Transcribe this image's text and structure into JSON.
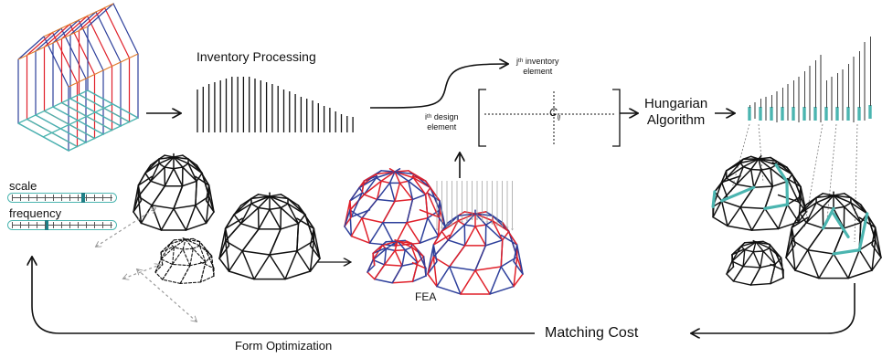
{
  "labels": {
    "inventory_processing": "Inventory Processing",
    "scale": "scale",
    "frequency": "frequency",
    "jth_inventory_element_line1": "jᵗʰ inventory",
    "jth_inventory_element_line2": "element",
    "ith_design_element_line1": "iᵗʰ design",
    "ith_design_element_line2": "element",
    "cost_symbol": "Cij",
    "hungarian_line1": "Hungarian",
    "hungarian_line2": "Algorithm",
    "fea": "FEA",
    "matching_cost": "Matching Cost",
    "form_optimization": "Form Optimization"
  },
  "sliders": {
    "scale_value": 0.72,
    "frequency_value": 0.35
  },
  "colors": {
    "teal": "#4bb5b0",
    "red": "#e0202a",
    "blue": "#2d3f9b",
    "orange": "#e07b2a",
    "black": "#111111",
    "gray": "#888888"
  }
}
